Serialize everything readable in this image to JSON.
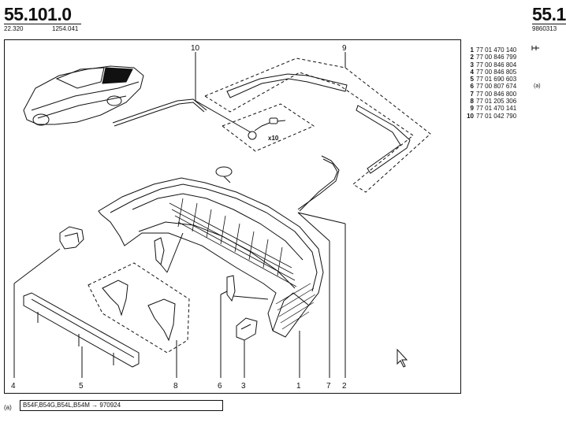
{
  "header": {
    "code": "55.101.0",
    "ref_a": "22.320",
    "ref_b": "1254.041",
    "next_code": "55.1",
    "next_ref": "9860313"
  },
  "callouts": [
    "10",
    "9",
    "x10",
    "4",
    "5",
    "8",
    "6",
    "3",
    "1",
    "7",
    "2"
  ],
  "parts": [
    {
      "num": "1",
      "ref": "77 01 470 140",
      "note": ""
    },
    {
      "num": "2",
      "ref": "77 00 846 799",
      "note": ""
    },
    {
      "num": "3",
      "ref": "77 00 846 804",
      "note": ""
    },
    {
      "num": "4",
      "ref": "77 00 846 805",
      "note": ""
    },
    {
      "num": "5",
      "ref": "77 01 690 603",
      "note": ""
    },
    {
      "num": "6",
      "ref": "77 00 807 674",
      "note": "(a)"
    },
    {
      "num": "7",
      "ref": "77 00 846 800",
      "note": ""
    },
    {
      "num": "8",
      "ref": "77 01 205 306",
      "note": ""
    },
    {
      "num": "9",
      "ref": "77 01 470 141",
      "note": ""
    },
    {
      "num": "10",
      "ref": "77 01 042 790",
      "note": ""
    }
  ],
  "footnote": {
    "mark": "(a)",
    "text": "B54F,B54G,B54L,B54M → 970924"
  },
  "icons": [
    "arrow-cursor-icon",
    "part-marker-icon"
  ]
}
